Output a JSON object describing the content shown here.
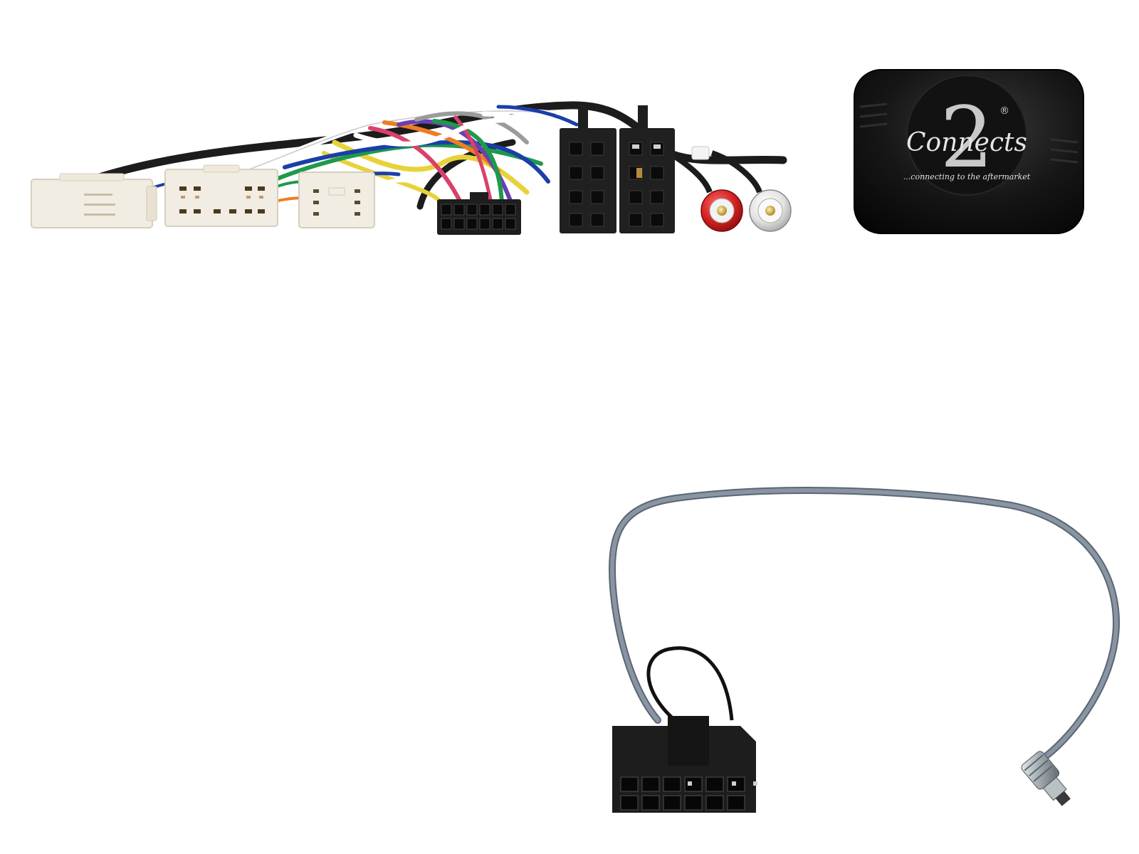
{
  "logo": {
    "brand": "Connects",
    "mark": "2",
    "registered": "®",
    "tagline": "...connecting to the aftermarket"
  },
  "colors": {
    "background": "#ffffff",
    "connector_white": "#f2ede2",
    "connector_black": "#1e1e1e",
    "interface_box": "#151515",
    "cable_grey": "#8a95a3",
    "rca_red": "#d42020",
    "rca_white": "#e6e6e6",
    "wires": [
      "#ffffff",
      "#1b3fa8",
      "#e8d23a",
      "#d9416a",
      "#1d9a4a",
      "#ef7d22",
      "#6a3fb0",
      "#9b9b9b",
      "#c9a07a",
      "#222222"
    ]
  },
  "items": [
    "toyota-white-connector-16pin",
    "toyota-white-connector-12pin",
    "toyota-white-connector-6pin",
    "black-12pin-patch-connector",
    "iso-power-speaker-connectors",
    "rca-phono-pair",
    "steering-control-interface-box",
    "patch-lead-12pin-with-jack"
  ]
}
